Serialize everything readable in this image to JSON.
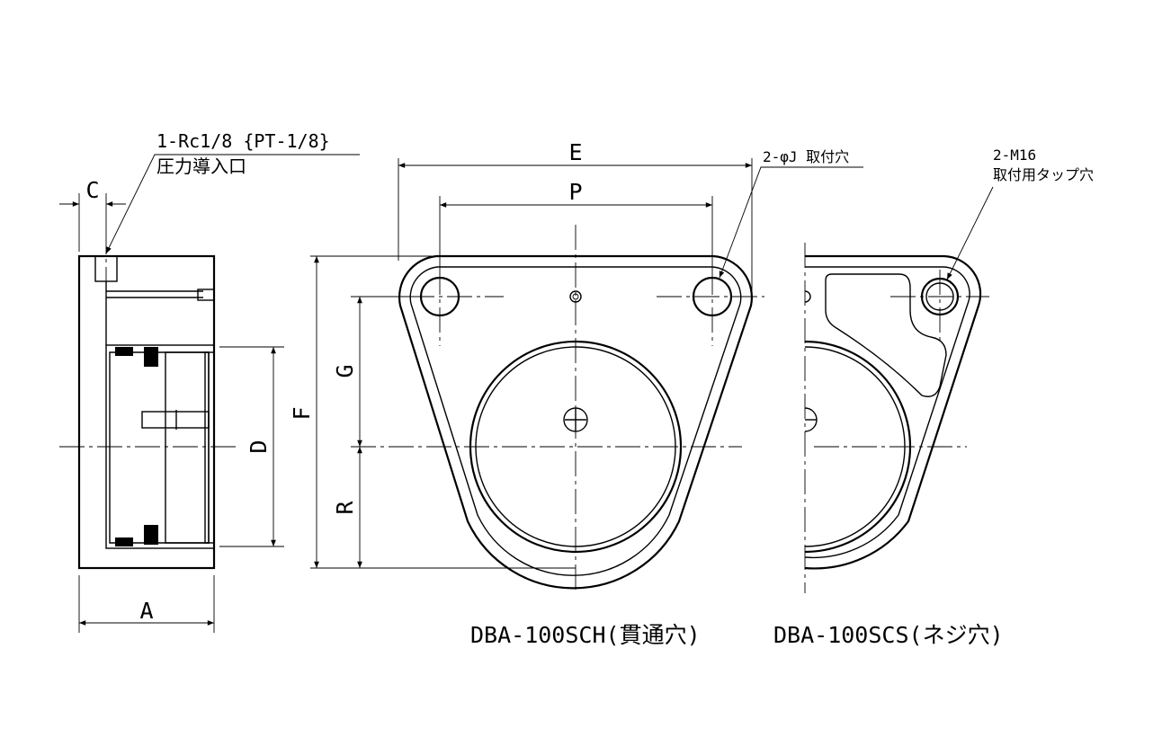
{
  "dimensions": {
    "A": "A",
    "C": "C",
    "D": "D",
    "E": "E",
    "F": "F",
    "G": "G",
    "P": "P",
    "R": "R"
  },
  "notes": {
    "port_spec": "1-Rc1/8 {PT-1/8}",
    "port_name": "圧力導入口",
    "mount_hole": "2-φJ 取付穴",
    "tap_spec": "2-M16",
    "tap_name": "取付用タップ穴"
  },
  "captions": {
    "through_hole": "DBA-100SCH(貫通穴)",
    "screw_hole": "DBA-100SCS(ネジ穴)"
  }
}
